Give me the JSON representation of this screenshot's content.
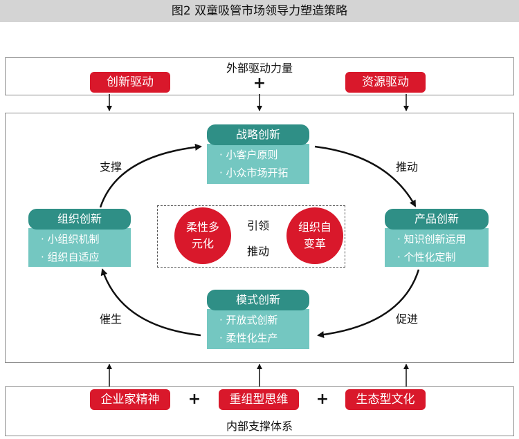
{
  "title": "图2 双童吸管市场领导力塑造策略",
  "external": {
    "label": "外部驱动力量",
    "plus": "+",
    "left_btn": "创新驱动",
    "right_btn": "资源驱动"
  },
  "internal": {
    "label": "内部支撑体系",
    "btn1": "企业家精神",
    "plus1": "+",
    "btn2": "重组型思维",
    "plus2": "+",
    "btn3": "生态型文化"
  },
  "strategy": {
    "title": "战略创新",
    "items": [
      "· 小客户原则",
      "· 小众市场开拓"
    ]
  },
  "product": {
    "title": "产品创新",
    "items": [
      "· 知识创新运用",
      "· 个性化定制"
    ]
  },
  "model": {
    "title": "模式创新",
    "items": [
      "· 开放式创新",
      "· 柔性化生产"
    ]
  },
  "org": {
    "title": "组织创新",
    "items": [
      "· 小组织机制",
      "· 组织自适应"
    ]
  },
  "cycle_labels": {
    "support": "支撑",
    "push": "推动",
    "promote": "促进",
    "foster": "催生"
  },
  "center": {
    "left_circle": "柔性多元化",
    "right_circle": "组织自变革",
    "top_label": "引领",
    "bottom_label": "推动"
  },
  "colors": {
    "red": "#d9182b",
    "teal_dark": "#2f8f86",
    "teal_light": "#74c7c1"
  }
}
